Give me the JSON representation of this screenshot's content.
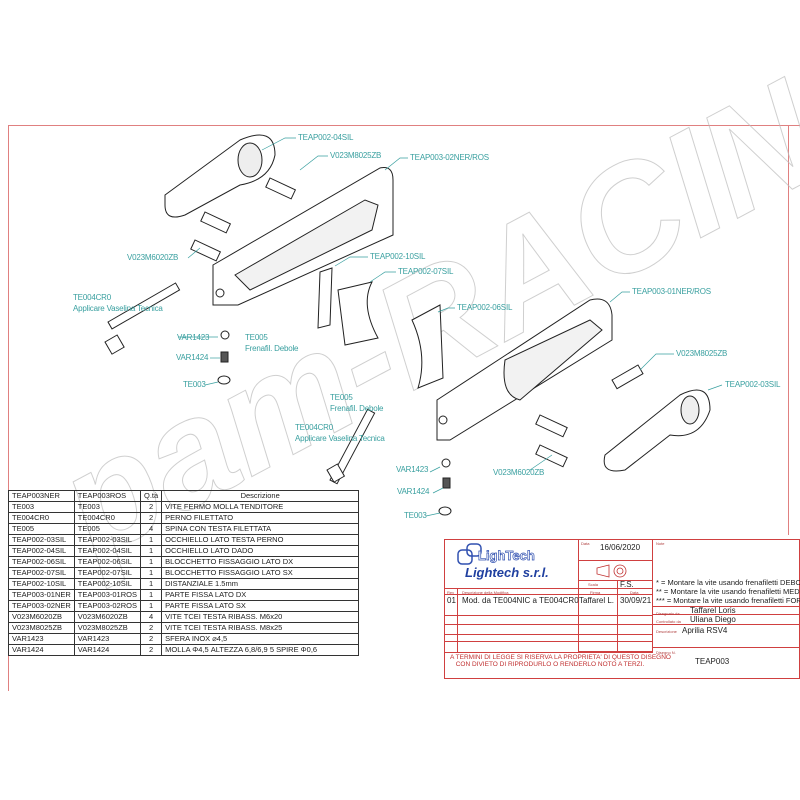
{
  "watermark": "pam-RACING",
  "callouts": {
    "c1": "TEAP002-04SIL",
    "c2": "V023M8025ZB",
    "c3": "TEAP003-02NER/ROS",
    "c4": "V023M6020ZB",
    "c5": "TEAP002-10SIL",
    "c6": "TEAP002-07SIL",
    "c7a": "TE004CR0",
    "c7b": "Applicare Vaselina Tecnica",
    "c8": "VAR1423",
    "c9": "VAR1424",
    "c10": "TE003",
    "c11a": "TE005",
    "c11b": "Frenafil. Debole",
    "c12": "TEAP002-06SIL",
    "c13": "TEAP003-01NER/ROS",
    "c14": "V023M8025ZB",
    "c15": "TEAP002-03SIL",
    "c16a": "TE005",
    "c16b": "Frenafil. Debole",
    "c17a": "TE004CR0",
    "c17b": "Applicare Vaselina Tecnica",
    "c18": "VAR1423",
    "c19": "VAR1424",
    "c20": "TE003",
    "c21": "V023M6020ZB"
  },
  "parts_table": {
    "headers": [
      "TEAP003NER",
      "TEAP003ROS",
      "Q.tà",
      "Descrizione"
    ],
    "rows": [
      [
        "TE003",
        "TE003",
        "2",
        "VITE FERMO MOLLA TENDITORE"
      ],
      [
        "TE004CR0",
        "TE004CR0",
        "2",
        "PERNO FILETTATO"
      ],
      [
        "TE005",
        "TE005",
        "4",
        "SPINA CON TESTA FILETTATA"
      ],
      [
        "TEAP002-03SIL",
        "TEAP002-03SIL",
        "1",
        "OCCHIELLO LATO TESTA PERNO"
      ],
      [
        "TEAP002-04SIL",
        "TEAP002-04SIL",
        "1",
        "OCCHIELLO LATO DADO"
      ],
      [
        "TEAP002-06SIL",
        "TEAP002-06SIL",
        "1",
        "BLOCCHETTO FISSAGGIO LATO DX"
      ],
      [
        "TEAP002-07SIL",
        "TEAP002-07SIL",
        "1",
        "BLOCCHETTO FISSAGGIO LATO SX"
      ],
      [
        "TEAP002-10SIL",
        "TEAP002-10SIL",
        "1",
        "DISTANZIALE 1.5mm"
      ],
      [
        "TEAP003-01NER",
        "TEAP003-01ROS",
        "1",
        "PARTE FISSA LATO DX"
      ],
      [
        "TEAP003-02NER",
        "TEAP003-02ROS",
        "1",
        "PARTE FISSA LATO SX"
      ],
      [
        "V023M6020ZB",
        "V023M6020ZB",
        "4",
        "VITE TCEI TESTA RIBASS. M6x20"
      ],
      [
        "V023M8025ZB",
        "V023M8025ZB",
        "2",
        "VITE TCEI TESTA RIBASS. M8x25"
      ],
      [
        "VAR1423",
        "VAR1423",
        "2",
        "SFERA INOX ⌀4,5"
      ],
      [
        "VAR1424",
        "VAR1424",
        "2",
        "MOLLA Φ4,5 ALTEZZA 6,8/6,9 5 SPIRE Φ0,6"
      ]
    ]
  },
  "title_block": {
    "logo_text": "LighTech",
    "company": "Lightech s.r.l.",
    "date_label": "Data",
    "date": "16/06/2020",
    "scale_label": "Scala",
    "scale": "F.S.",
    "note_label": "Note",
    "notes": [
      "* = Montare la vite usando frenafiletti DEBOLE",
      "** = Montare la vite usando frenafiletti MEDIO",
      "*** = Montare la vite usando frenafiletti FORTE"
    ],
    "rev_label": "Rev",
    "mod_label": "Descrizione della Modifica",
    "firma_label": "Firma",
    "date2_label": "Data",
    "revision": {
      "rev": "01",
      "desc": "Mod. da TE004NIC a TE004CR0",
      "firma": "Taffarel L.",
      "date": "30/09/21"
    },
    "drawn_label": "Disegnato da",
    "drawn_by": "Taffarel Loris",
    "checked_label": "Controllato da",
    "checked_by": "Uliana Diego",
    "desc_label": "Descrizione",
    "description": "Aprilia RSV4",
    "drawing_no_label": "Disegno N.",
    "drawing_no": "TEAP003",
    "legal_line1": "A TERMINI DI LEGGE SI RISERVA LA PROPRIETA' DI QUESTO DISEGNO",
    "legal_line2": "CON DIVIETO DI RIPRODURLO O RENDERLO NOTO A TERZI."
  }
}
